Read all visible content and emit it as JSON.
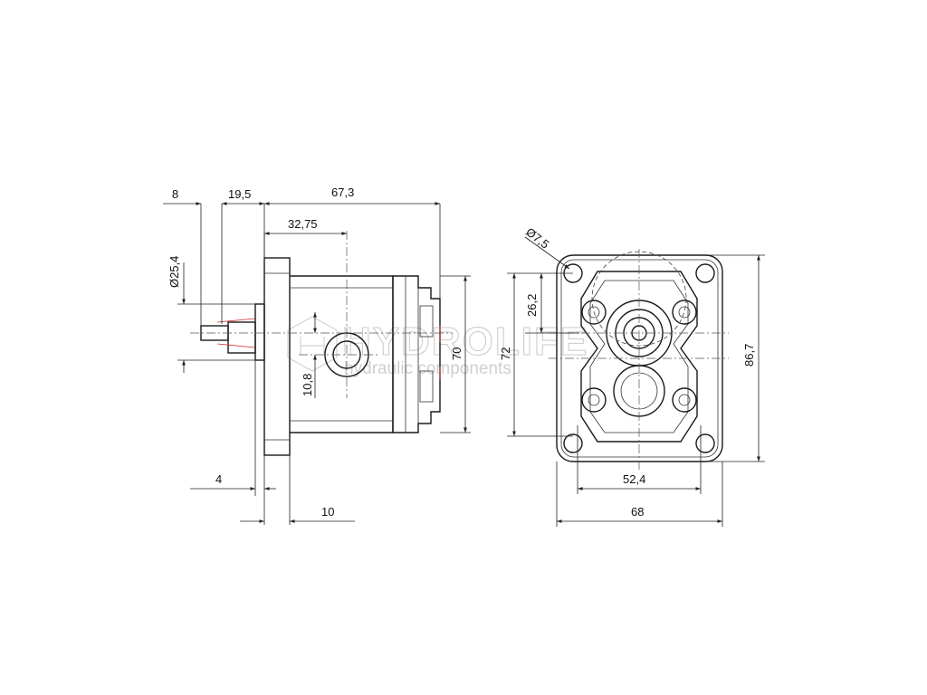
{
  "watermark": {
    "brand": "HYDROLIFE",
    "tagline": "hydraulic components"
  },
  "side_view": {
    "dims": {
      "shaft_len": "8",
      "shaft_step": "19,5",
      "body_len": "67,3",
      "port_pos": "32,75",
      "shaft_dia": "Ø25,4",
      "port_offset": "10,8",
      "body_height": "70",
      "flange_gap": "4",
      "flange_thick": "10"
    }
  },
  "front_view": {
    "dims": {
      "hole_dia": "Ø7,5",
      "hole_offset": "26,2",
      "hole_spacing_v": "72",
      "flange_height": "86,7",
      "hole_spacing_h": "52,4",
      "flange_width": "68"
    }
  }
}
